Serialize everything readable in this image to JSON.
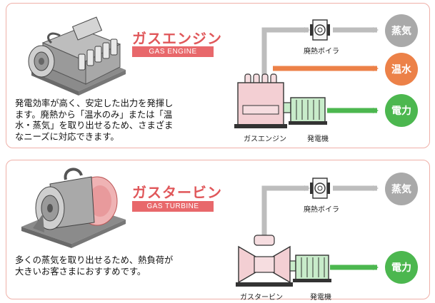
{
  "colors": {
    "border": "#efb0a8",
    "title": "#e0575a",
    "steam": "#a9a9a9",
    "hot_water": "#ec8148",
    "electricity": "#4cb74f",
    "arrow_gray": "#bdbdbd"
  },
  "gas_engine": {
    "title": "ガスエンジン",
    "subtitle": "GAS ENGINE",
    "description": [
      "発電効率が高く、安定した出力を発揮し",
      "ます。廃熱から「温水のみ」または「温",
      "水・蒸気」を取り出せるため、さまざま",
      "なニーズに対応できます。"
    ],
    "boiler_label": "廃熱ボイラ",
    "source_label": "ガスエンジン",
    "generator_label": "発電機",
    "outputs": {
      "steam": "蒸気",
      "hot_water": "温水",
      "electricity": "電力"
    }
  },
  "gas_turbine": {
    "title": "ガスタービン",
    "subtitle": "GAS TURBINE",
    "description": [
      "多くの蒸気を取り出せるため、熱負荷が",
      "大きいお客さまにおすすめです。"
    ],
    "boiler_label": "廃熱ボイラ",
    "source_label": "ガスタービン",
    "generator_label": "発電機",
    "outputs": {
      "steam": "蒸気",
      "electricity": "電力"
    }
  }
}
